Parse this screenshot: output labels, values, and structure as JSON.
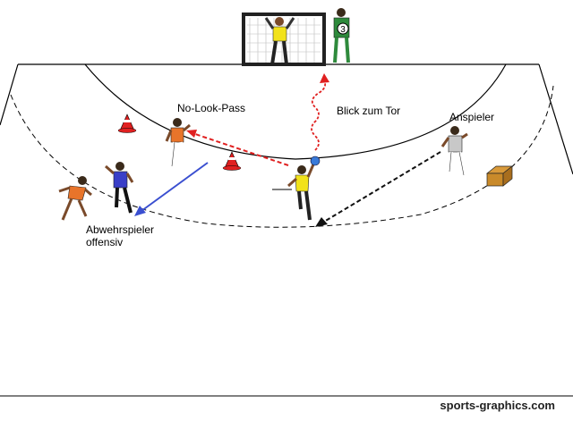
{
  "labels": {
    "no_look_pass": "No-Look-Pass",
    "blick_zum_tor": "Blick zum Tor",
    "anspieler": "Anspieler",
    "abwehrspieler_line1": "Abwehrspieler",
    "abwehrspieler_line2": "offensiv"
  },
  "goalkeeper_number": "3",
  "watermark": "sports-graphics.com",
  "colors": {
    "pass_arrow": "#e02020",
    "defender_run_arrow": "#3a4fd0",
    "feed_arrow": "#111111",
    "shooter_jersey": "#f2e21a",
    "goalkeeper_jersey": "#f2e21a",
    "coach_jersey": "#2e8a3c",
    "left_player_jersey": "#e8742a",
    "defender_jersey": "#3a3fc8",
    "feeder_jersey": "#c8c8c8",
    "cone": "#e02020",
    "box": "#c98a2a"
  }
}
